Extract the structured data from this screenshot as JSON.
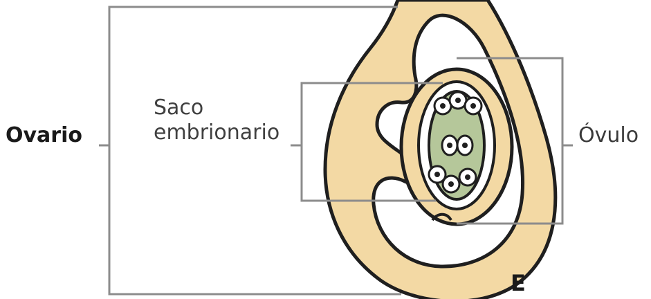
{
  "labels": {
    "ovario": "Ovario",
    "saco_line1": "Saco",
    "saco_line2": "embrionario",
    "ovulo": "Óvulo",
    "corner_mark": "E"
  },
  "colors": {
    "tissue_fill": "#f3d9a4",
    "outline": "#1f1f1f",
    "embryo_sac_fill": "#b5c79a",
    "cell_fill": "#ffffff",
    "bracket_line": "#8c8c8c"
  }
}
